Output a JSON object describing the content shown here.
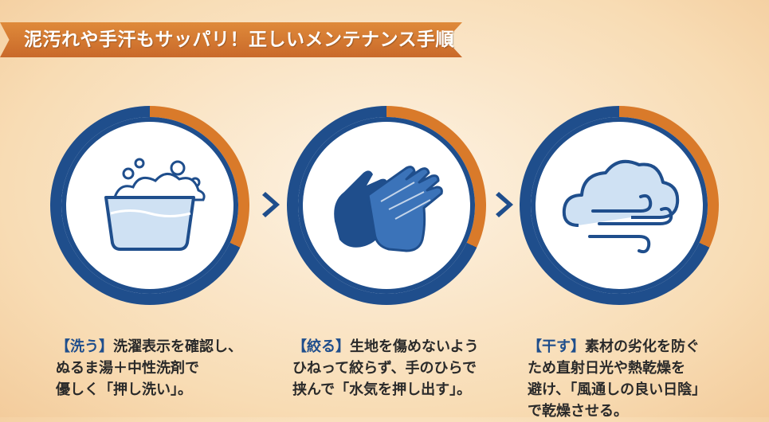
{
  "banner": {
    "title": "泥汚れや手汗もサッパリ！正しいメンテナンス手順"
  },
  "steps": [
    {
      "tag": "【洗う】",
      "text": "洗濯表示を確認し、\nぬるま湯＋中性洗剤で\n優しく「押し洗い」。",
      "icon": "wash-basin-icon"
    },
    {
      "tag": "【絞る】",
      "text": "生地を傷めないよう\nひねって絞らず、手のひらで\n挟んで「水気を押し出す」。",
      "icon": "hands-icon"
    },
    {
      "tag": "【干す】",
      "text": "素材の劣化を防ぐ\nため直射日光や熱乾燥を\n避け、「風通しの良い日陰」\nで乾燥させる。",
      "icon": "cloud-wind-icon"
    }
  ],
  "colors": {
    "navy": "#1f4e8c",
    "orange": "#d97a2a",
    "light_blue": "#cfe1f3"
  }
}
